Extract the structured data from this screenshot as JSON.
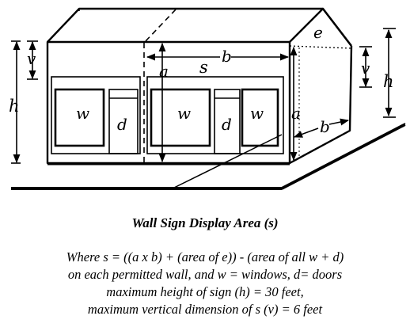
{
  "diagram": {
    "labels": {
      "v": "v",
      "h": "h",
      "a": "a",
      "b": "b",
      "s": "s",
      "e": "e",
      "w": "w",
      "d": "d"
    }
  },
  "caption": {
    "title": "Wall Sign Display Area (s)",
    "lines": [
      "Where s = ((a x b) + (area of e)) - (area of all w + d)",
      "on each permitted wall, and w = windows, d= doors",
      "maximum height of sign (h) = 30 feet,",
      "maximum vertical dimension of s (v) = 6 feet"
    ]
  }
}
